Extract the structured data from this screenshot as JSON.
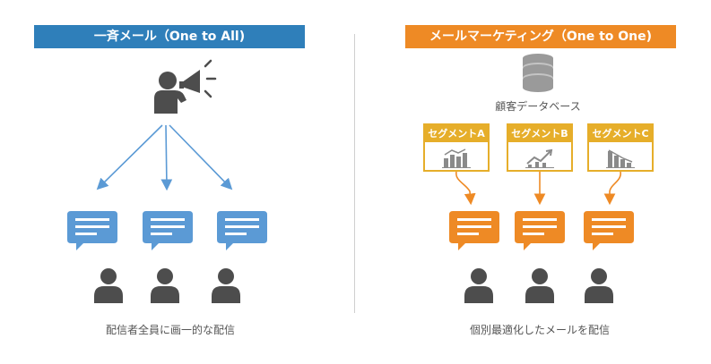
{
  "left": {
    "title": "一斉メール（One to All)",
    "caption": "配信者全員に画一的な配信",
    "color": "#2f7fba",
    "bubble_color": "#5b9ad5"
  },
  "right": {
    "title": "メールマーケティング（One to One)",
    "caption": "個別最適化したメールを配信",
    "database_label": "顧客データベース",
    "color": "#ee8a25",
    "segment_color": "#e6ae2a",
    "segments": [
      {
        "label": "セグメントA",
        "chart_icon": "bar-chart-icon"
      },
      {
        "label": "セグメントB",
        "chart_icon": "line-up-chart-icon"
      },
      {
        "label": "セグメントC",
        "chart_icon": "declining-chart-icon"
      }
    ]
  },
  "icons": {
    "speaker": "megaphone-person-icon",
    "database": "database-icon",
    "message": "message-bubble-icon",
    "person": "person-icon"
  },
  "colors": {
    "person": "#4d4d4d",
    "arrow_left": "#5b9ad5",
    "arrow_right": "#ee8a25",
    "database": "#9a9a9a"
  }
}
